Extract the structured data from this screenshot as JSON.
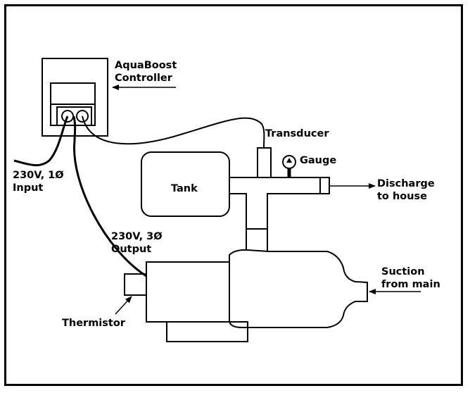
{
  "labels": {
    "controller": [
      "AquaBoost",
      "Controller"
    ],
    "transducer": "Transducer",
    "gauge": "Gauge",
    "tank": "Tank",
    "discharge": [
      "Discharge",
      "to house"
    ],
    "input": [
      "230V, 1Ø",
      "Input"
    ],
    "output": [
      "230V, 3Ø",
      "Output"
    ],
    "suction": [
      "Suction",
      "from main"
    ],
    "thermistor": "Thermistor"
  },
  "colors": {
    "line": "#000000",
    "background": "#ffffff"
  }
}
